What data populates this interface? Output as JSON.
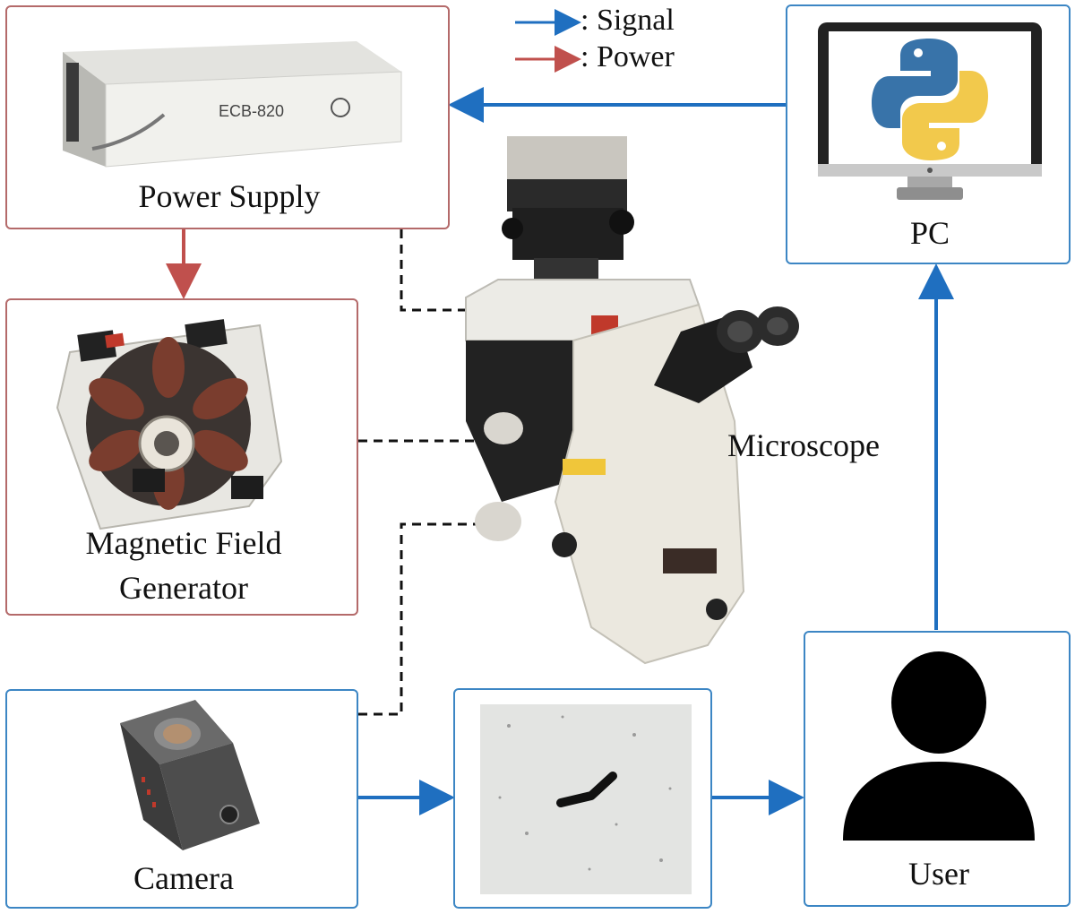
{
  "legend": {
    "signal_label": ": Signal",
    "power_label": ": Power"
  },
  "colors": {
    "signal": "#1f6fc0",
    "power": "#c0504d",
    "connector": "#111111",
    "red_border": "#b46a6a",
    "blue_border": "#3c86c4"
  },
  "nodes": {
    "power_supply": {
      "label": "Power Supply",
      "device_text": "ECB-820"
    },
    "magnetic_field_generator": {
      "label_line1": "Magnetic Field",
      "label_line2": "Generator"
    },
    "pc": {
      "label": "PC",
      "icon": "python-logo-icon"
    },
    "microscope": {
      "label": "Microscope"
    },
    "camera": {
      "label": "Camera"
    },
    "image_view": {
      "icon": "microrobot-image-icon"
    },
    "user": {
      "label": "User",
      "icon": "user-icon"
    }
  }
}
